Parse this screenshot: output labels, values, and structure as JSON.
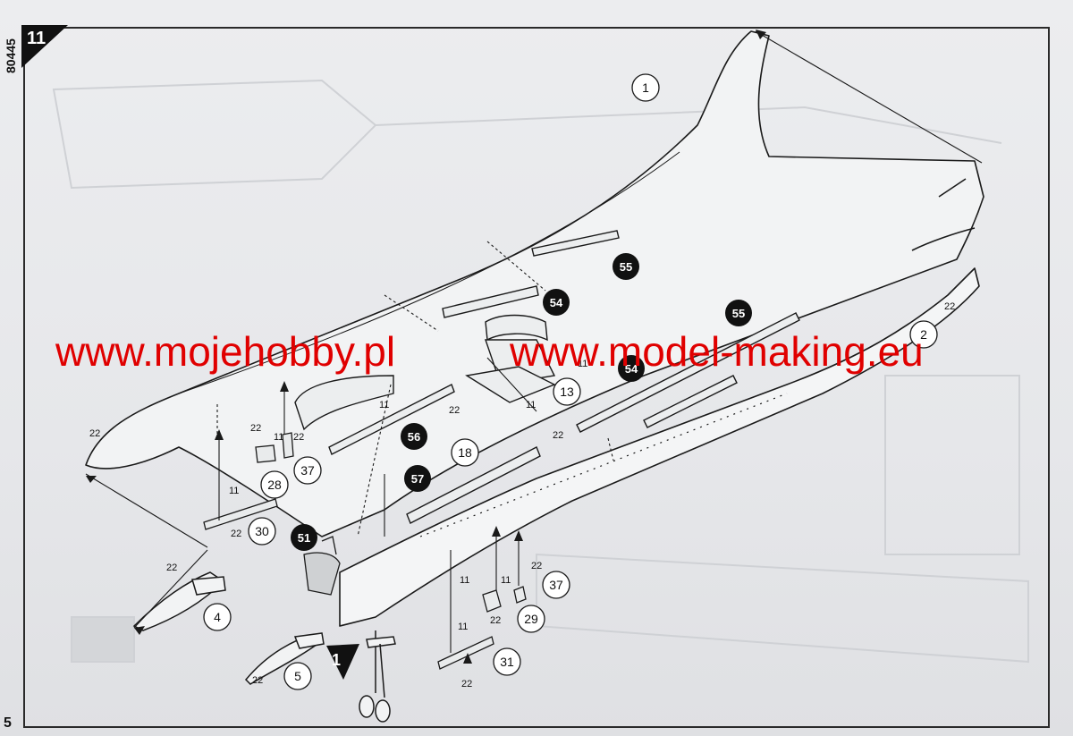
{
  "header": {
    "step": "11",
    "kit_number": "80445",
    "page_number": "5"
  },
  "watermark": {
    "left": "www.mojehobby.pl",
    "right": "www.model-making.eu",
    "color": "#e00000"
  },
  "parts_open": [
    {
      "id": "p1",
      "label": "1"
    },
    {
      "id": "p2",
      "label": "2"
    },
    {
      "id": "p4",
      "label": "4"
    },
    {
      "id": "p5",
      "label": "5"
    },
    {
      "id": "p13",
      "label": "13"
    },
    {
      "id": "p18",
      "label": "18"
    },
    {
      "id": "p28",
      "label": "28"
    },
    {
      "id": "p29",
      "label": "29"
    },
    {
      "id": "p30",
      "label": "30"
    },
    {
      "id": "p31",
      "label": "31"
    },
    {
      "id": "p37a",
      "label": "37"
    },
    {
      "id": "p37b",
      "label": "37"
    }
  ],
  "parts_solid": [
    {
      "id": "s51",
      "label": "51"
    },
    {
      "id": "s54a",
      "label": "54"
    },
    {
      "id": "s54b",
      "label": "54"
    },
    {
      "id": "s55a",
      "label": "55"
    },
    {
      "id": "s55b",
      "label": "55"
    },
    {
      "id": "s56",
      "label": "56"
    },
    {
      "id": "s57",
      "label": "57"
    }
  ],
  "callouts": {
    "glue_22": "22",
    "paint_11": "11",
    "sub_assembly": "1"
  },
  "colors": {
    "frame": "#2a2a2a",
    "line": "#1a1a1a",
    "solid_badge": "#111111",
    "open_badge_fill": "#ffffff"
  }
}
